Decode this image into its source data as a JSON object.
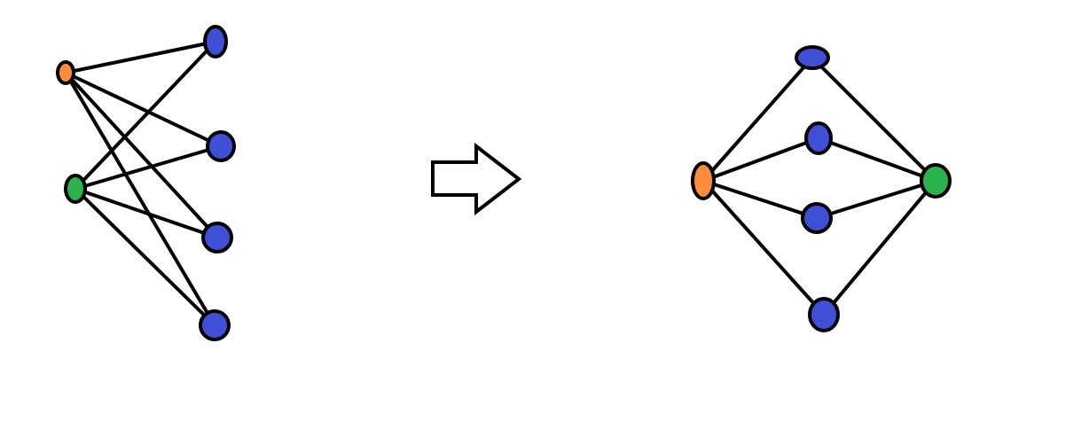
{
  "colors": {
    "source": "#ff8c3a",
    "sink": "#2ab34a",
    "middle": "#3f4fd6",
    "stroke": "#000000",
    "background": "#ffffff"
  },
  "graphs": {
    "left": {
      "nodes": [
        {
          "id": "orange",
          "role": "source"
        },
        {
          "id": "green",
          "role": "sink"
        },
        {
          "id": "blue1",
          "role": "middle"
        },
        {
          "id": "blue2",
          "role": "middle"
        },
        {
          "id": "blue3",
          "role": "middle"
        },
        {
          "id": "blue4",
          "role": "middle"
        }
      ],
      "edges": [
        [
          "orange",
          "blue1"
        ],
        [
          "orange",
          "blue2"
        ],
        [
          "orange",
          "blue3"
        ],
        [
          "orange",
          "blue4"
        ],
        [
          "green",
          "blue1"
        ],
        [
          "green",
          "blue2"
        ],
        [
          "green",
          "blue3"
        ],
        [
          "green",
          "blue4"
        ]
      ]
    },
    "right": {
      "nodes": [
        {
          "id": "orange",
          "role": "source"
        },
        {
          "id": "green",
          "role": "sink"
        },
        {
          "id": "blue1",
          "role": "middle"
        },
        {
          "id": "blue2",
          "role": "middle"
        },
        {
          "id": "blue3",
          "role": "middle"
        },
        {
          "id": "blue4",
          "role": "middle"
        }
      ],
      "edges": [
        [
          "orange",
          "blue1"
        ],
        [
          "orange",
          "blue2"
        ],
        [
          "orange",
          "blue3"
        ],
        [
          "orange",
          "blue4"
        ],
        [
          "green",
          "blue1"
        ],
        [
          "green",
          "blue2"
        ],
        [
          "green",
          "blue3"
        ],
        [
          "green",
          "blue4"
        ]
      ]
    }
  },
  "transform_icon": "right-arrow-icon"
}
